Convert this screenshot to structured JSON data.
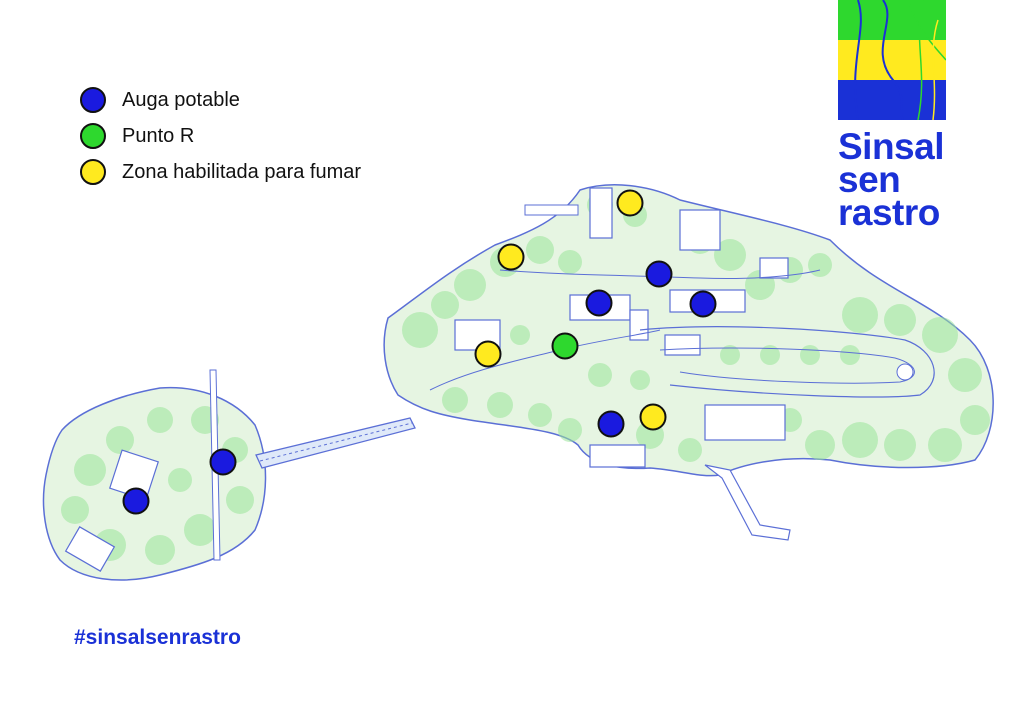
{
  "legend": {
    "items": [
      {
        "label": "Auga potable",
        "color": "#1a1adf",
        "key": "water"
      },
      {
        "label": "Punto R",
        "color": "#2ed82e",
        "key": "recycle"
      },
      {
        "label": "Zona habilitada para fumar",
        "color": "#ffea1f",
        "key": "smoking"
      }
    ]
  },
  "brand": {
    "line1": "Sinsal",
    "line2": "sen",
    "line3": "rastro",
    "color": "#1a31d6",
    "logo_colors": [
      "#2ed82e",
      "#ffea1f",
      "#1a31d6"
    ]
  },
  "hashtag": "#sinsalsenrastro",
  "map": {
    "land_fill": "#e6f5e2",
    "tree_color": "#9be59a",
    "outline_color": "#5b6fd6"
  }
}
